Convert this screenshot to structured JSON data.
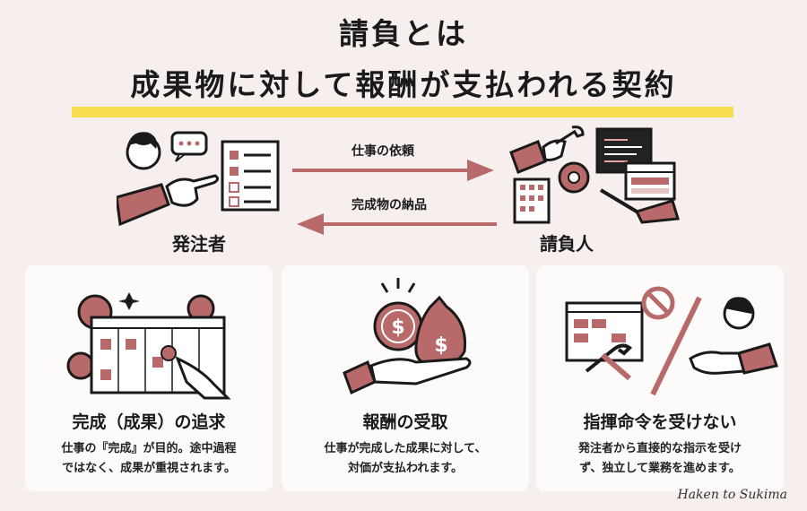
{
  "title": {
    "line1": "請負とは",
    "line2": "成果物に対して報酬が支払われる契約"
  },
  "roles": {
    "orderer": "発注者",
    "contractor": "請負人"
  },
  "arrows": {
    "request": "仕事の依頼",
    "delivery": "完成物の納品"
  },
  "cards": [
    {
      "title": "完成（成果）の追求",
      "desc1": "仕事の『完成』が目的。途中過程",
      "desc2": "ではなく、成果が重視されます。",
      "icon": "calendar-checklist-icon"
    },
    {
      "title": "報酬の受取",
      "desc1": "仕事が完成した成果に対して、",
      "desc2": "対価が支払われます。",
      "icon": "money-bag-hand-icon"
    },
    {
      "title": "指揮命令を受けない",
      "desc1": "発注者から直接的な指示を受け",
      "desc2": "ず、独立して業務を進めます。",
      "icon": "no-command-icon"
    }
  ],
  "signature": "Haken to Sukima",
  "colors": {
    "accent": "#b86a6a",
    "accent_dark": "#8e4a4a",
    "highlight": "#f7dc4d",
    "background": "#f6efee",
    "card": "#fdfbfa"
  }
}
